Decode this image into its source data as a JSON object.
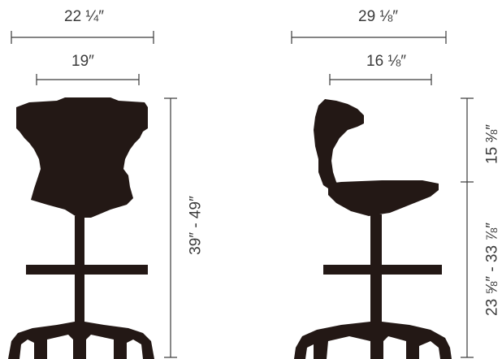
{
  "front_view": {
    "overall_width": "22 ¼″",
    "seat_width": "19″",
    "height_range": "39″ - 49″"
  },
  "side_view": {
    "overall_depth": "29 ⅛″",
    "seat_depth": "16 ⅛″",
    "back_height": "15 ⅜″",
    "seat_height_range": "23 ⅝″ - 33 ⅞″"
  },
  "colors": {
    "silhouette": "#231815",
    "dimension_lines": "#3a3a3a"
  }
}
